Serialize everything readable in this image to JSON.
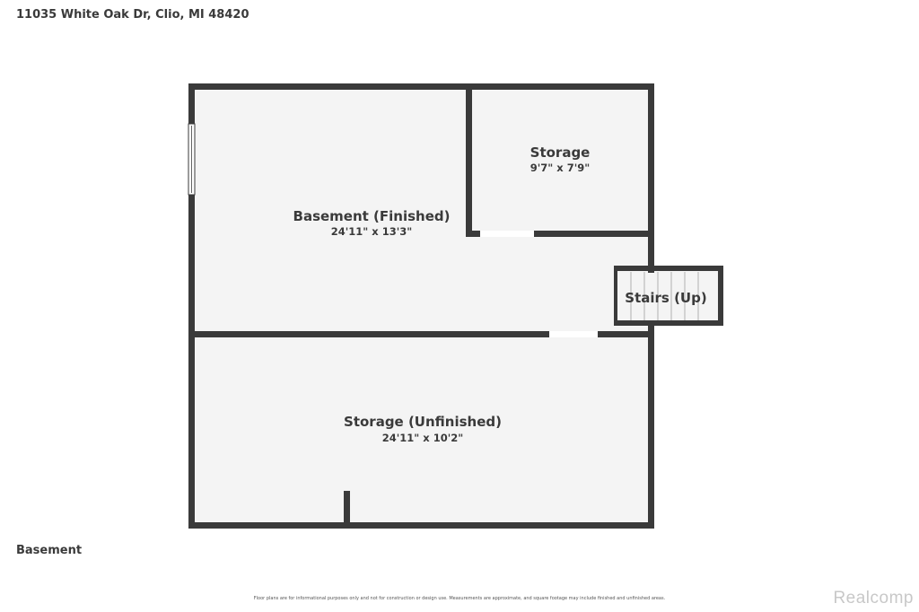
{
  "header": {
    "address": "11035 White Oak Dr, Clio, MI 48420"
  },
  "floor": {
    "label": "Basement"
  },
  "rooms": [
    {
      "name": "Basement (Finished)",
      "dimensions": "24'11\" x 13'3\""
    },
    {
      "name": "Storage",
      "dimensions": "9'7\" x 7'9\""
    },
    {
      "name": "Stairs (Up)"
    },
    {
      "name": "Storage (Unfinished)",
      "dimensions": "24'11\" x 10'2\""
    }
  ],
  "footer": {
    "disclaimer": "Floor plans are for informational purposes only and not for construction or design use. Measurements are approximate, and square footage may include finished and unfinished areas.",
    "watermark": "Realcomp"
  },
  "colors": {
    "wall": "#3a3a3a",
    "floor": "#f4f4f4",
    "opening": "#ffffff"
  }
}
